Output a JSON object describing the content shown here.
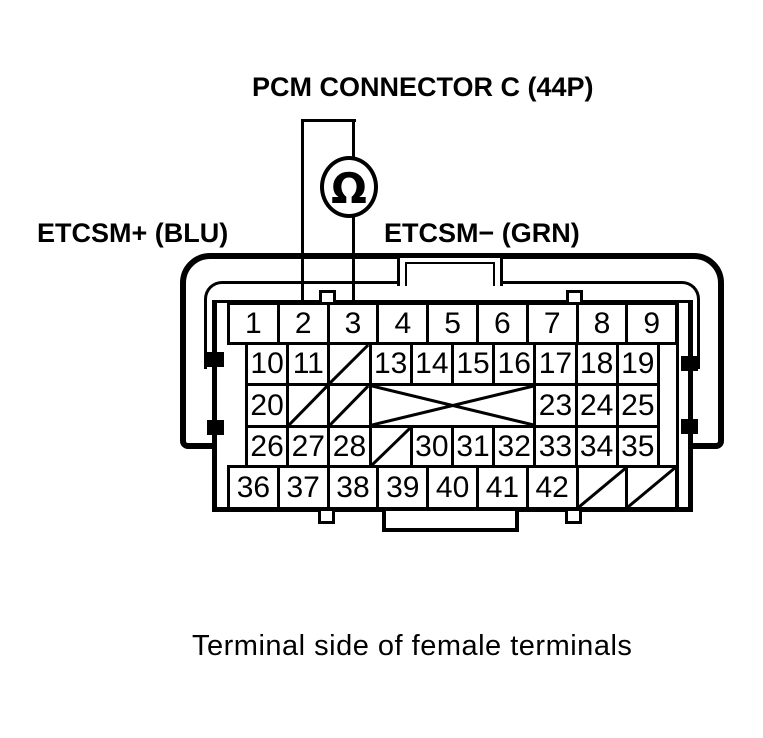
{
  "title": "PCM CONNECTOR C (44P)",
  "caption": "Terminal side of female terminals",
  "probe": {
    "left_label": "ETCSM+ (BLU)",
    "right_label": "ETCSM− (GRN)",
    "meter_symbol": "Ω",
    "measured_pins": [
      "2",
      "3"
    ]
  },
  "colors": {
    "line": "#000000",
    "background": "#ffffff"
  },
  "connector": {
    "pin_count_label": "44P",
    "rows": [
      {
        "cells": [
          {
            "pin": "1"
          },
          {
            "pin": "2"
          },
          {
            "pin": "3"
          },
          {
            "pin": "4"
          },
          {
            "pin": "5"
          },
          {
            "pin": "6"
          },
          {
            "pin": "7"
          },
          {
            "pin": "8"
          },
          {
            "pin": "9"
          }
        ]
      },
      {
        "cells": [
          {
            "pin": "10"
          },
          {
            "pin": "11"
          },
          {
            "diag": true
          },
          {
            "pin": "13"
          },
          {
            "pin": "14"
          },
          {
            "pin": "15"
          },
          {
            "pin": "16"
          },
          {
            "pin": "17"
          },
          {
            "pin": "18"
          },
          {
            "pin": "19"
          }
        ]
      },
      {
        "cells": [
          {
            "pin": "20"
          },
          {
            "diag": true
          },
          {
            "diag": true
          },
          {
            "cross": true,
            "span": 4
          },
          {
            "pin": "23"
          },
          {
            "pin": "24"
          },
          {
            "pin": "25"
          }
        ]
      },
      {
        "cells": [
          {
            "pin": "26"
          },
          {
            "pin": "27"
          },
          {
            "pin": "28"
          },
          {
            "diag": true
          },
          {
            "pin": "30"
          },
          {
            "pin": "31"
          },
          {
            "pin": "32"
          },
          {
            "pin": "33"
          },
          {
            "pin": "34"
          },
          {
            "pin": "35"
          }
        ]
      },
      {
        "cells": [
          {
            "pin": "36"
          },
          {
            "pin": "37"
          },
          {
            "pin": "38"
          },
          {
            "pin": "39"
          },
          {
            "pin": "40"
          },
          {
            "pin": "41"
          },
          {
            "pin": "42"
          },
          {
            "diag": true
          },
          {
            "diag": true
          }
        ]
      }
    ]
  }
}
